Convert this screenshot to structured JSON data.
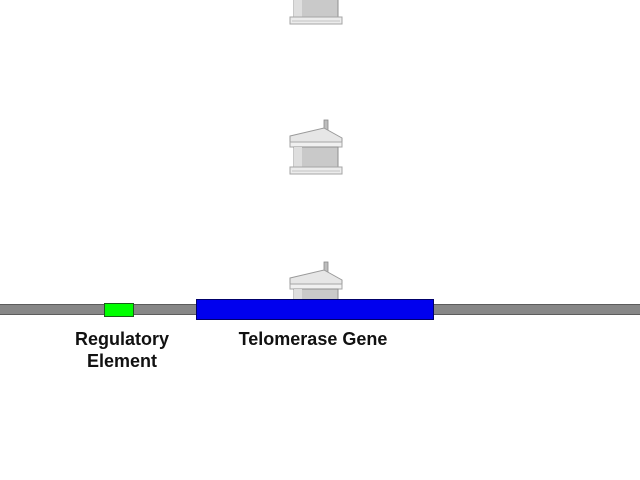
{
  "diagram": {
    "labels": {
      "regulatory_line1": "Regulatory",
      "regulatory_line2": "Element",
      "gene": "Telomerase Gene"
    },
    "colors": {
      "background": "#ffffff",
      "dna_strand": "#878787",
      "regulatory_element": "#00ff00",
      "gene": "#0000ee",
      "molecule": "#d4d4d4"
    },
    "molecule_icon": "protein-complex-icon",
    "molecule_count": 3
  }
}
